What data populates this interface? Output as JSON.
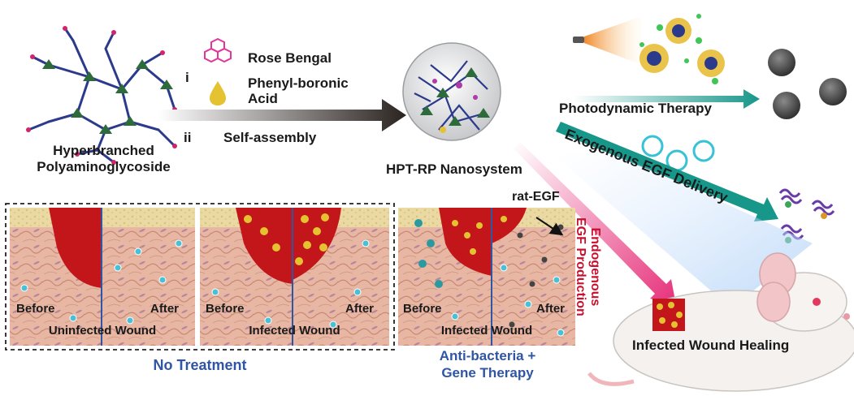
{
  "start": {
    "line1": "Hyperbranched",
    "line2": "Polyaminoglycoside"
  },
  "steps": {
    "i": "i",
    "ii": "ii",
    "rose_bengal": "Rose Bengal",
    "pba_line1": "Phenyl-boronic",
    "pba_line2": "Acid",
    "self_assembly": "Self-assembly"
  },
  "nanosystem": "HPT-RP Nanosystem",
  "pdt": "Photodynamic Therapy",
  "egf_delivery": "Exogenous EGF Delivery",
  "rat_egf": "rat-EGF",
  "endogenous": {
    "line1": "Endogenous",
    "line2": "EGF Production"
  },
  "panels": [
    {
      "before": "Before",
      "after": "After",
      "caption": "Uninfected Wound"
    },
    {
      "before": "Before",
      "after": "After",
      "caption": "Infected Wound"
    },
    {
      "before": "Before",
      "after": "After",
      "caption": "Infected Wound"
    }
  ],
  "no_treatment": "No Treatment",
  "therapy": {
    "line1": "Anti-bacteria +",
    "line2": "Gene Therapy"
  },
  "healing": "Infected Wound Healing",
  "colors": {
    "blue_label": "#2f55a4",
    "red_label": "#c8102e",
    "teal_arrow": "#17968a",
    "wound_red": "#c2161b"
  }
}
